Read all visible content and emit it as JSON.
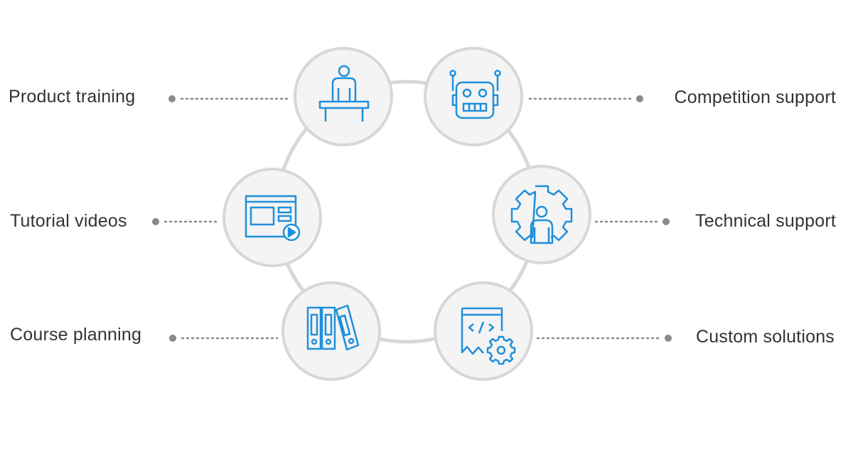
{
  "colors": {
    "icon_blue": "#1f8fdb",
    "circle_fill": "#f4f4f4",
    "ring_gray": "#d7d7d7",
    "connector_gray": "#8a8a8a",
    "label_text": "#333333"
  },
  "services": [
    {
      "label": "Product training",
      "icon": "person-at-desk-icon",
      "side": "left"
    },
    {
      "label": "Competition support",
      "icon": "robot-icon",
      "side": "right"
    },
    {
      "label": "Tutorial videos",
      "icon": "video-player-icon",
      "side": "left"
    },
    {
      "label": "Technical support",
      "icon": "gear-person-icon",
      "side": "right"
    },
    {
      "label": "Course planning",
      "icon": "binders-icon",
      "side": "left"
    },
    {
      "label": "Custom solutions",
      "icon": "code-document-gear-icon",
      "side": "right"
    }
  ]
}
